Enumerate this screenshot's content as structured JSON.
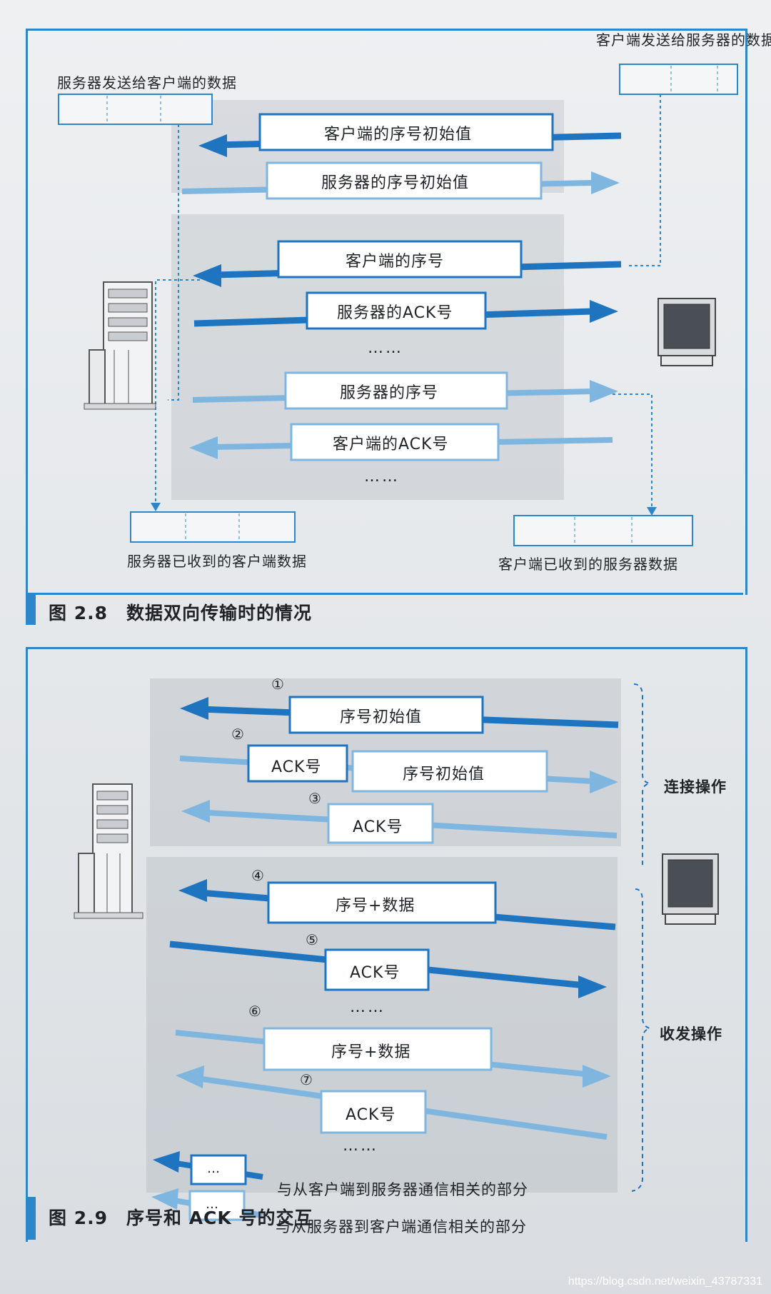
{
  "figure1": {
    "caption": "图 2.8　数据双向传输时的情况",
    "label_top_left": "服务器发送给客户端的数据",
    "label_top_right": "客户端发送给服务器的数据",
    "label_bottom_left": "服务器已收到的客户端数据",
    "label_bottom_right": "客户端已收到的服务器数据",
    "arrows": [
      "客户端的序号初始值",
      "服务器的序号初始值",
      "客户端的序号",
      "服务器的ACK号",
      "服务器的序号",
      "客户端的ACK号"
    ],
    "ellipsis": "……"
  },
  "figure2": {
    "caption": "图 2.9　序号和 ACK 号的交互",
    "steps": [
      "①",
      "②",
      "③",
      "④",
      "⑤",
      "⑥",
      "⑦"
    ],
    "boxes": {
      "b1": "序号初始值",
      "b2a": "ACK号",
      "b2b": "序号初始值",
      "b3": "ACK号",
      "b4": "序号+数据",
      "b5": "ACK号",
      "b6": "序号+数据",
      "b7": "ACK号"
    },
    "side_connect": "连接操作",
    "side_transfer": "收发操作",
    "ellipsis": "……",
    "legend_box": "…",
    "legend_dark": "与从客户端到服务器通信相关的部分",
    "legend_light": "与从服务器到客户端通信相关的部分"
  },
  "watermark": "https://blog.csdn.net/weixin_43787331",
  "colors": {
    "dark_arrow": "#1f74c0",
    "light_arrow": "#7fb6df",
    "frame": "#2d86c9"
  }
}
